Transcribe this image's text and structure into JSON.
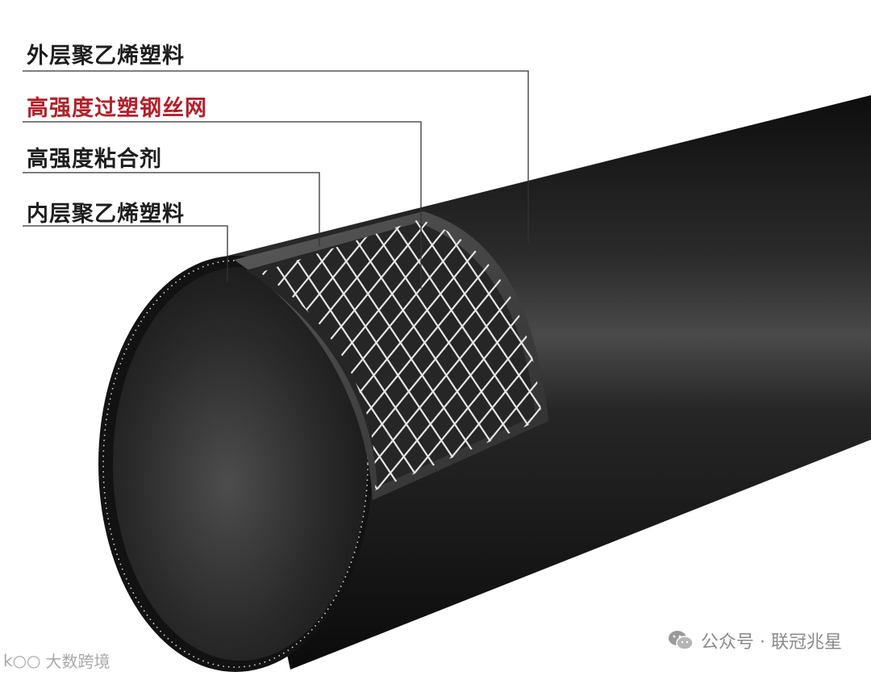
{
  "labels": {
    "outer_pe": "外层聚乙烯塑料",
    "steel_mesh": "高强度过塑钢丝网",
    "adhesive": "高强度粘合剂",
    "inner_pe": "内层聚乙烯塑料"
  },
  "colors": {
    "highlight_label": "#b3202a",
    "label": "#1e1e1e",
    "pipe": "#1c1c1c"
  },
  "watermarks": {
    "right": "公众号 · 联冠兆星",
    "left": "大数跨境",
    "left_logo": "k○○"
  },
  "icons": {
    "right_watermark": "wechat-icon"
  }
}
